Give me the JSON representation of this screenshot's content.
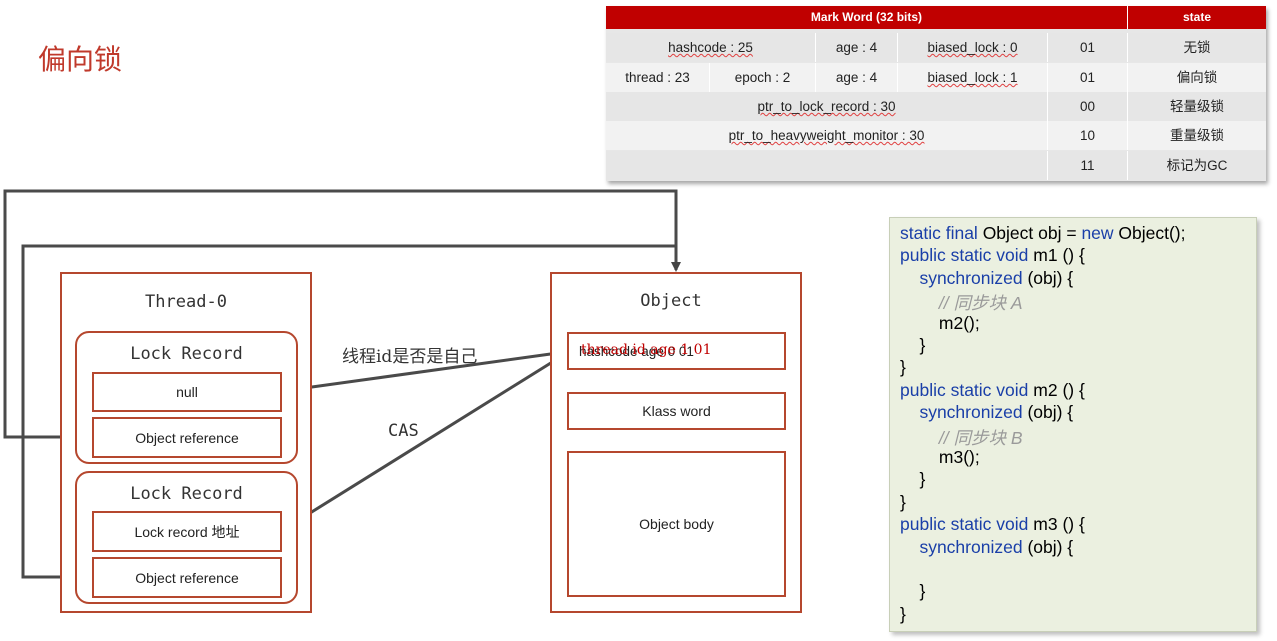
{
  "title": "偏向锁",
  "mark_word": {
    "header_main": "Mark Word (32 bits)",
    "header_state": "state",
    "rows": [
      {
        "cells": [
          "hashcode : 25",
          "age : 4",
          "biased_lock : 0",
          "01"
        ],
        "state": "无锁"
      },
      {
        "cells": [
          "thread : 23",
          "epoch : 2",
          "age : 4",
          "biased_lock : 1",
          "01"
        ],
        "state": "偏向锁"
      },
      {
        "cells": [
          "ptr_to_lock_record : 30",
          "00"
        ],
        "state": "轻量级锁"
      },
      {
        "cells": [
          "ptr_to_heavyweight_monitor : 30",
          "10"
        ],
        "state": "重量级锁"
      },
      {
        "cells": [
          "",
          "11"
        ],
        "state": "标记为GC"
      }
    ]
  },
  "diagram": {
    "thread_label": "Thread-0",
    "lock_record_1": {
      "label": "Lock Record",
      "top": "null",
      "bottom": "Object reference"
    },
    "lock_record_2": {
      "label": "Lock Record",
      "top": "Lock record 地址",
      "bottom": "Object reference"
    },
    "object_label": "Object",
    "object_markword_back": "hashcode age 0 01",
    "object_markword_front": "thread id age 1 01",
    "klass_word": "Klass word",
    "object_body": "Object body",
    "annotation_thread_id": "线程id是否是自己",
    "annotation_cas": "CAS"
  },
  "code": {
    "lines": [
      {
        "parts": [
          [
            "kw",
            "static final "
          ],
          [
            "",
            "Object obj = "
          ],
          [
            "kw",
            "new "
          ],
          [
            "",
            "Object();"
          ]
        ]
      },
      {
        "parts": [
          [
            "kw",
            "public static void "
          ],
          [
            "",
            "m1 () {"
          ]
        ]
      },
      {
        "parts": [
          [
            "",
            "    "
          ],
          [
            "kw",
            "synchronized "
          ],
          [
            "",
            "(obj) {"
          ]
        ]
      },
      {
        "parts": [
          [
            "",
            "        "
          ],
          [
            "cm",
            "// 同步块 A"
          ]
        ]
      },
      {
        "parts": [
          [
            "",
            "        m2();"
          ]
        ]
      },
      {
        "parts": [
          [
            "",
            "    }"
          ]
        ]
      },
      {
        "parts": [
          [
            "",
            "}"
          ]
        ]
      },
      {
        "parts": [
          [
            "kw",
            "public static void "
          ],
          [
            "",
            "m2 () {"
          ]
        ]
      },
      {
        "parts": [
          [
            "",
            "    "
          ],
          [
            "kw",
            "synchronized "
          ],
          [
            "",
            "(obj) {"
          ]
        ]
      },
      {
        "parts": [
          [
            "",
            "        "
          ],
          [
            "cm",
            "// 同步块 B"
          ]
        ]
      },
      {
        "parts": [
          [
            "",
            "        m3();"
          ]
        ]
      },
      {
        "parts": [
          [
            "",
            "    }"
          ]
        ]
      },
      {
        "parts": [
          [
            "",
            "}"
          ]
        ]
      },
      {
        "parts": [
          [
            "kw",
            "public static void "
          ],
          [
            "",
            "m3 () {"
          ]
        ]
      },
      {
        "parts": [
          [
            "",
            "    "
          ],
          [
            "kw",
            "synchronized "
          ],
          [
            "",
            "(obj) {"
          ]
        ]
      },
      {
        "parts": [
          [
            "",
            ""
          ]
        ]
      },
      {
        "parts": [
          [
            "",
            "    }"
          ]
        ]
      },
      {
        "parts": [
          [
            "",
            "}"
          ]
        ]
      }
    ]
  },
  "colors": {
    "accent": "#c0392b",
    "box_border": "#b5472e",
    "header": "#c00000",
    "keyword": "#1a3fa8",
    "code_bg": "#ebf0e0"
  }
}
